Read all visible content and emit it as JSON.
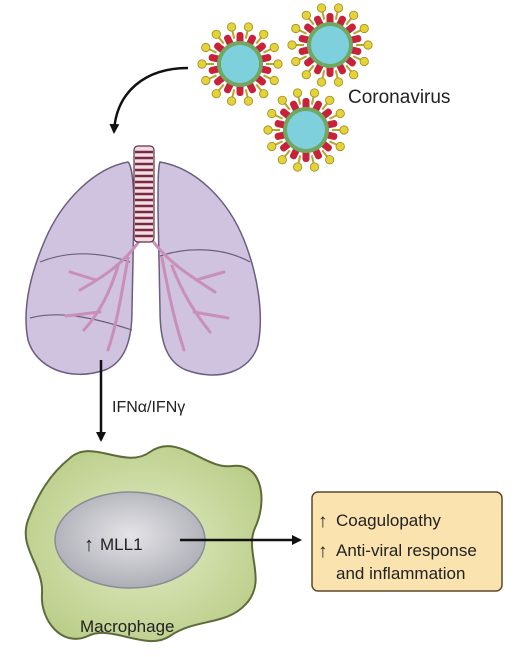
{
  "labels": {
    "virus": "Coronavirus",
    "signal": "IFNα/IFNγ",
    "cell": "Macrophage",
    "nucleus_marker": "MLL1",
    "outcome_1": "Coagulopathy",
    "outcome_2_line1": "Anti-viral response",
    "outcome_2_line2": "and inflammation"
  },
  "icons": {
    "up_arrow": "↑"
  },
  "colors": {
    "virus_core": "#7fd0dd",
    "virus_spike": "#e4d23a",
    "virus_body": "#c8213a",
    "lung_fill": "#cfc3e0",
    "vessel": "#c98fb8",
    "cell_fill": "#cfdcaa",
    "nucleus_fill": "#b9b9c0",
    "outcome_box": "#fbe3b0",
    "outcome_border": "#5a4a2a"
  }
}
